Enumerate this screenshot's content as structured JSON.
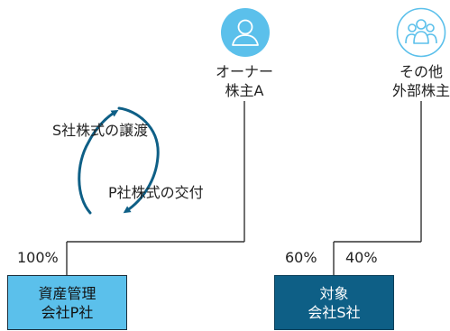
{
  "nodes": {
    "owner_a": {
      "line1": "オーナー",
      "line2": "株主A"
    },
    "other_holders": {
      "line1": "その他",
      "line2": "外部株主"
    },
    "company_p": {
      "line1": "資産管理",
      "line2": "会社P社"
    },
    "company_s": {
      "line1": "対象",
      "line2": "会社S社"
    }
  },
  "transactions": {
    "s_share_transfer": "S社株式の譲渡",
    "p_share_delivery": "P社株式の交付"
  },
  "ownership": {
    "owner_to_p": "100%",
    "owner_to_s": "60%",
    "others_to_s": "40%"
  },
  "colors": {
    "line": "#333333",
    "icon_solid": "#5bc0eb",
    "icon_outline": "#5bc0eb",
    "arrow": "#0e5f86",
    "box_p": "#5bc0eb",
    "box_s": "#0e5f86"
  },
  "icons": {
    "owner": "single-person-icon",
    "others": "group-people-icon"
  }
}
